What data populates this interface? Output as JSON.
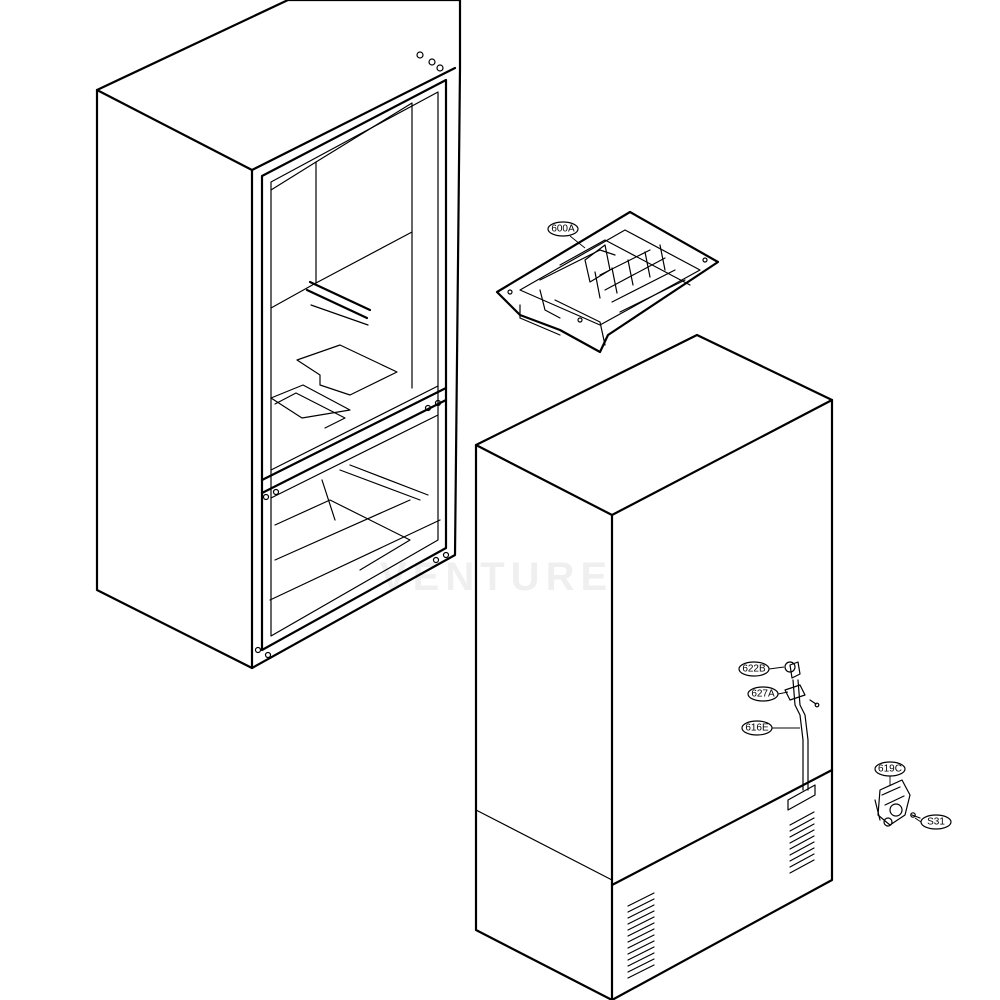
{
  "callouts": {
    "c600A": "600A",
    "c622B": "622B",
    "c627A": "627A",
    "c616E": "616E",
    "c619C": "619C",
    "cS31": "S31"
  },
  "watermark": "VENTURE"
}
